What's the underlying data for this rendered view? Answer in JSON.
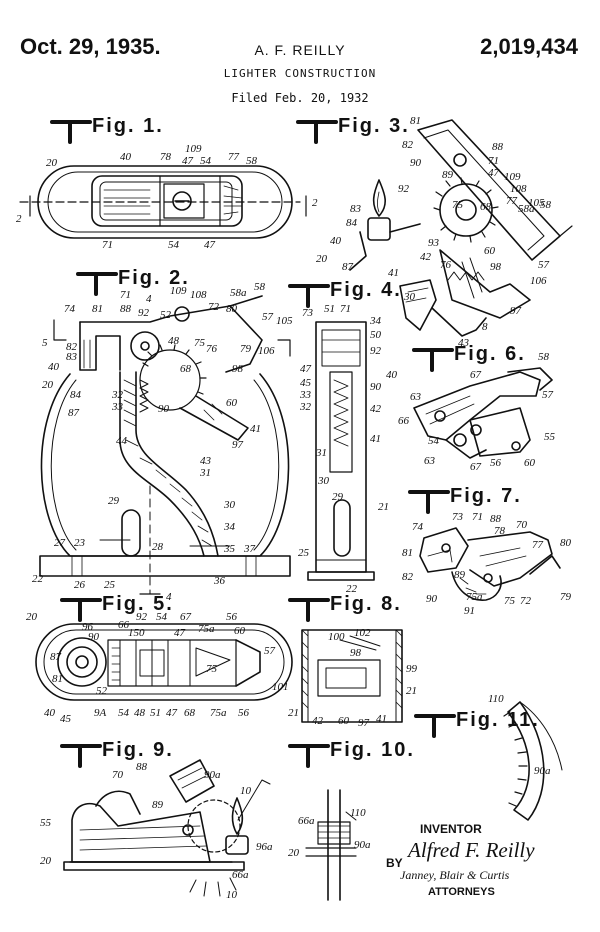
{
  "header": {
    "date": "Oct. 29, 1935.",
    "inventor": "A. F. REILLY",
    "patent_number": "2,019,434",
    "title": "LIGHTER CONSTRUCTION",
    "filed": "Filed Feb. 20, 1932"
  },
  "figures": [
    {
      "label": "Fig. 1."
    },
    {
      "label": "Fig. 2."
    },
    {
      "label": "Fig. 3."
    },
    {
      "label": "Fig. 4."
    },
    {
      "label": "Fig. 5."
    },
    {
      "label": "Fig. 6."
    },
    {
      "label": "Fig. 7."
    },
    {
      "label": "Fig. 8."
    },
    {
      "label": "Fig. 9."
    },
    {
      "label": "Fig. 10."
    },
    {
      "label": "Fig. 11."
    }
  ],
  "reference_numerals": {
    "fig1": [
      "20",
      "40",
      "78",
      "109",
      "47",
      "54",
      "77",
      "58",
      "2",
      "2",
      "71",
      "54",
      "47"
    ],
    "fig2": [
      "74",
      "81",
      "71",
      "4",
      "109",
      "108",
      "72",
      "58a",
      "80",
      "58",
      "57",
      "105",
      "106",
      "5",
      "82",
      "83",
      "40",
      "84",
      "20",
      "87",
      "88",
      "92",
      "52",
      "48",
      "76",
      "75",
      "79",
      "98",
      "60",
      "68",
      "32",
      "33",
      "90",
      "44",
      "97",
      "41",
      "43",
      "31",
      "29",
      "30",
      "34",
      "35",
      "37",
      "27",
      "23",
      "28",
      "22",
      "26",
      "25",
      "36",
      "4"
    ],
    "fig3": [
      "81",
      "82",
      "88",
      "90",
      "71",
      "47",
      "89",
      "92",
      "108",
      "109",
      "77",
      "58a",
      "105",
      "58",
      "83",
      "84",
      "40",
      "20",
      "87",
      "93",
      "42",
      "75",
      "76",
      "68",
      "60",
      "98",
      "57",
      "106",
      "41",
      "30",
      "43",
      "8",
      "97"
    ],
    "fig4": [
      "73",
      "51",
      "71",
      "34",
      "50",
      "92",
      "47",
      "45",
      "33",
      "32",
      "90",
      "42",
      "41",
      "31",
      "30",
      "29",
      "25",
      "22",
      "21",
      "40"
    ],
    "fig5": [
      "20",
      "96",
      "92",
      "54",
      "67",
      "75a",
      "56",
      "87",
      "90",
      "66",
      "150",
      "47",
      "60",
      "57",
      "81",
      "52",
      "75",
      "101",
      "40",
      "45",
      "9A",
      "54",
      "48",
      "51",
      "47",
      "68",
      "75a",
      "56"
    ],
    "fig6": [
      "58",
      "67",
      "57",
      "63",
      "66",
      "54",
      "63",
      "67",
      "56",
      "60",
      "55"
    ],
    "fig7": [
      "74",
      "73",
      "71",
      "88",
      "70",
      "78",
      "77",
      "80",
      "81",
      "82",
      "89",
      "75a",
      "91",
      "90",
      "75",
      "72",
      "79"
    ],
    "fig8": [
      "100",
      "102",
      "98",
      "99",
      "21",
      "42",
      "60",
      "97",
      "41",
      "21"
    ],
    "fig9": [
      "70",
      "88",
      "90a",
      "89",
      "10",
      "55",
      "96a",
      "20",
      "66a",
      "10"
    ],
    "fig10": [
      "66a",
      "110",
      "20",
      "90a"
    ],
    "fig11": [
      "110",
      "90a"
    ]
  },
  "signature": {
    "inventor_label": "INVENTOR",
    "inventor_name": "Alfred F. Reilly",
    "by_label": "BY",
    "attorney_signature": "Janney, Blair & Curtis",
    "attorneys_label": "ATTORNEYS"
  }
}
